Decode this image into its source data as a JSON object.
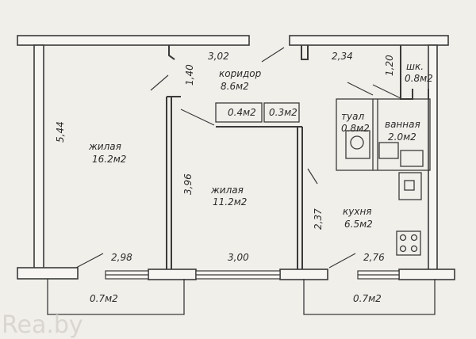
{
  "rooms": {
    "living_large": {
      "name": "жилая",
      "area": "16.2м2"
    },
    "living_small": {
      "name": "жилая",
      "area": "11.2м2"
    },
    "corridor": {
      "name": "коридор",
      "area": "8.6м2"
    },
    "closet": {
      "name": "шк.",
      "area": "0.8м2"
    },
    "toilet": {
      "name": "туал",
      "area": "0.8м2"
    },
    "bathroom": {
      "name": "ванная",
      "area": "2.0м2"
    },
    "kitchen": {
      "name": "кухня",
      "area": "6.5м2"
    },
    "storage_a": {
      "area": "0.4м2"
    },
    "storage_b": {
      "area": "0.3м2"
    }
  },
  "dimensions": {
    "left_height": "5,44",
    "corridor_width": "3,02",
    "corridor_depth": "1,40",
    "top_right": "2,34",
    "closet_depth": "1,20",
    "small_room_depth": "3,96",
    "kitchen_depth": "2,37",
    "bottom_left": "2,98",
    "bottom_middle": "3,00",
    "bottom_right": "2,76"
  },
  "balconies": {
    "left": "0.7м2",
    "right": "0.7м2"
  },
  "watermark": "Rea.by"
}
